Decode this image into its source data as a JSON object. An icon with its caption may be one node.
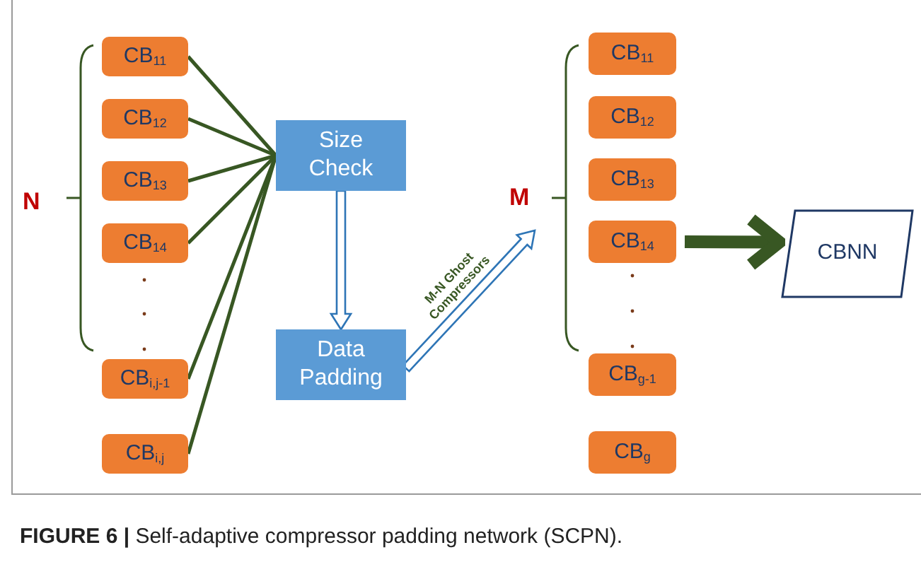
{
  "diagram": {
    "caption": "**FIGURE 6 |** Self-adaptive compressor padding network (SCPN).",
    "nodes": [
      {
        "text": [
          "CB$_{11}$"
        ]
      },
      {
        "text": [
          "CB$_{12}$"
        ]
      },
      {
        "text": [
          "CB$_{13}$"
        ]
      },
      {
        "text": [
          "CB$_{14}$"
        ]
      },
      {
        "text": [
          "CB$_{i,j-1}$"
        ]
      },
      {
        "text": [
          "CB$_{i,j}$"
        ]
      },
      {
        "text": [
          "Size Check"
        ]
      },
      {
        "text": [
          "Data Padding"
        ]
      },
      {
        "text": [
          "CB$_{11}$"
        ]
      },
      {
        "text": [
          "CB$_{12}$"
        ]
      },
      {
        "text": [
          "CB$_{13}$"
        ]
      },
      {
        "text": [
          "CB$_{14}$"
        ]
      },
      {
        "text": [
          "CB$_{g-1}$"
        ]
      },
      {
        "text": [
          "CB$_{g}$"
        ]
      },
      {
        "text": [
          "CBNN"
        ]
      }
    ],
    "edges": [
      {
        "from": 0,
        "to": 6,
        "arrow": "none"
      },
      {
        "from": 1,
        "to": 6,
        "arrow": "none"
      },
      {
        "from": 2,
        "to": 6,
        "arrow": "none"
      },
      {
        "from": 3,
        "to": 6,
        "arrow": "none"
      },
      {
        "from": 4,
        "to": 6,
        "arrow": "none"
      },
      {
        "from": 5,
        "to": 6,
        "arrow": "none"
      },
      {
        "from": 6,
        "to": 7,
        "arrow": "to",
        "style": "dashed",
        "color": "#2e75b6"
      },
      {
        "from": 7,
        "to": null,
        "arrow": "to",
        "label": "M-N Ghost Compressors",
        "style": "dashed",
        "color": "#2e75b6"
      },
      {
        "from": 11,
        "to": 14,
        "arrow": "to",
        "style": "thick"
      }
    ],
    "labels": [
      "N",
      "M"
    ]
  }
}
